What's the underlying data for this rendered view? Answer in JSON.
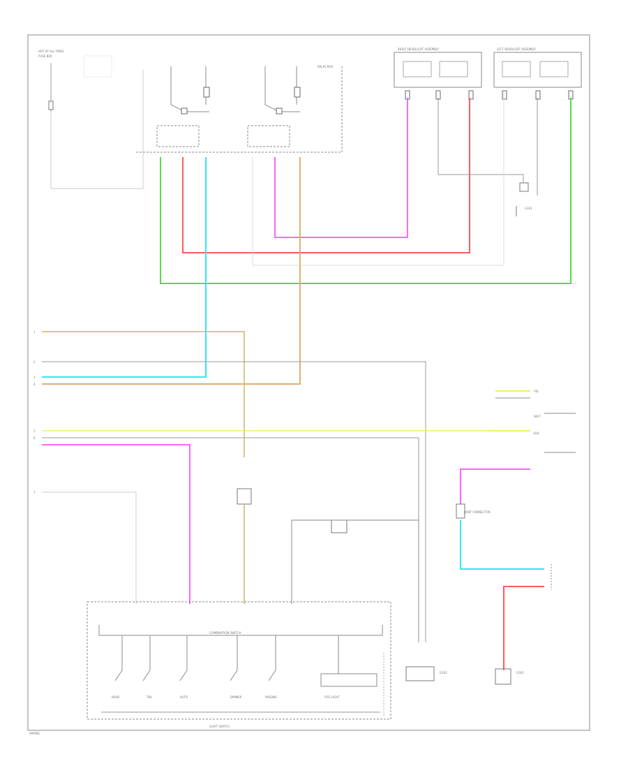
{
  "colors": {
    "frame": "#8a8a8a",
    "wire_gray": "#9a9a9a",
    "wire_red": "#ff5a5a",
    "wire_cyan": "#33e6f2",
    "wire_green": "#55dd44",
    "wire_magenta": "#ff66ff",
    "wire_tan": "#c8b860",
    "wire_orange": "#e0b070",
    "wire_yellow": "#eeee66",
    "wire_lightgray": "#cccccc"
  },
  "labels": {
    "top_left_a": "HOT AT ALL TIMES",
    "top_left_b": "FUSE BOX",
    "relay_block": "RELAY BOX",
    "right_headlight": "RIGHT HEADLIGHT ASSEMBLY",
    "left_headlight": "LEFT HEADLIGHT ASSEMBLY",
    "ground_1": "G101",
    "left_pin_1": "1",
    "left_pin_2": "2",
    "left_pin_3": "3",
    "left_pin_4": "4",
    "left_pin_5": "5",
    "left_pin_6": "6",
    "left_pin_7": "7",
    "right_wire_1": "YEL",
    "right_wire_2": "WHT",
    "right_wire_3": "BLK",
    "junction_label": "JOINT CONNECTOR",
    "combination_switch": "COMBINATION SWITCH",
    "switch_1": "HEAD",
    "switch_2": "TAIL",
    "switch_3": "AUTO",
    "switch_4": "DIMMER",
    "switch_5": "PASSING",
    "switch_6": "FOG LIGHT",
    "bottom_left": "LIGHT SWITCH",
    "ground_2": "G201",
    "ground_3": "G301",
    "footer": "WIRING"
  }
}
